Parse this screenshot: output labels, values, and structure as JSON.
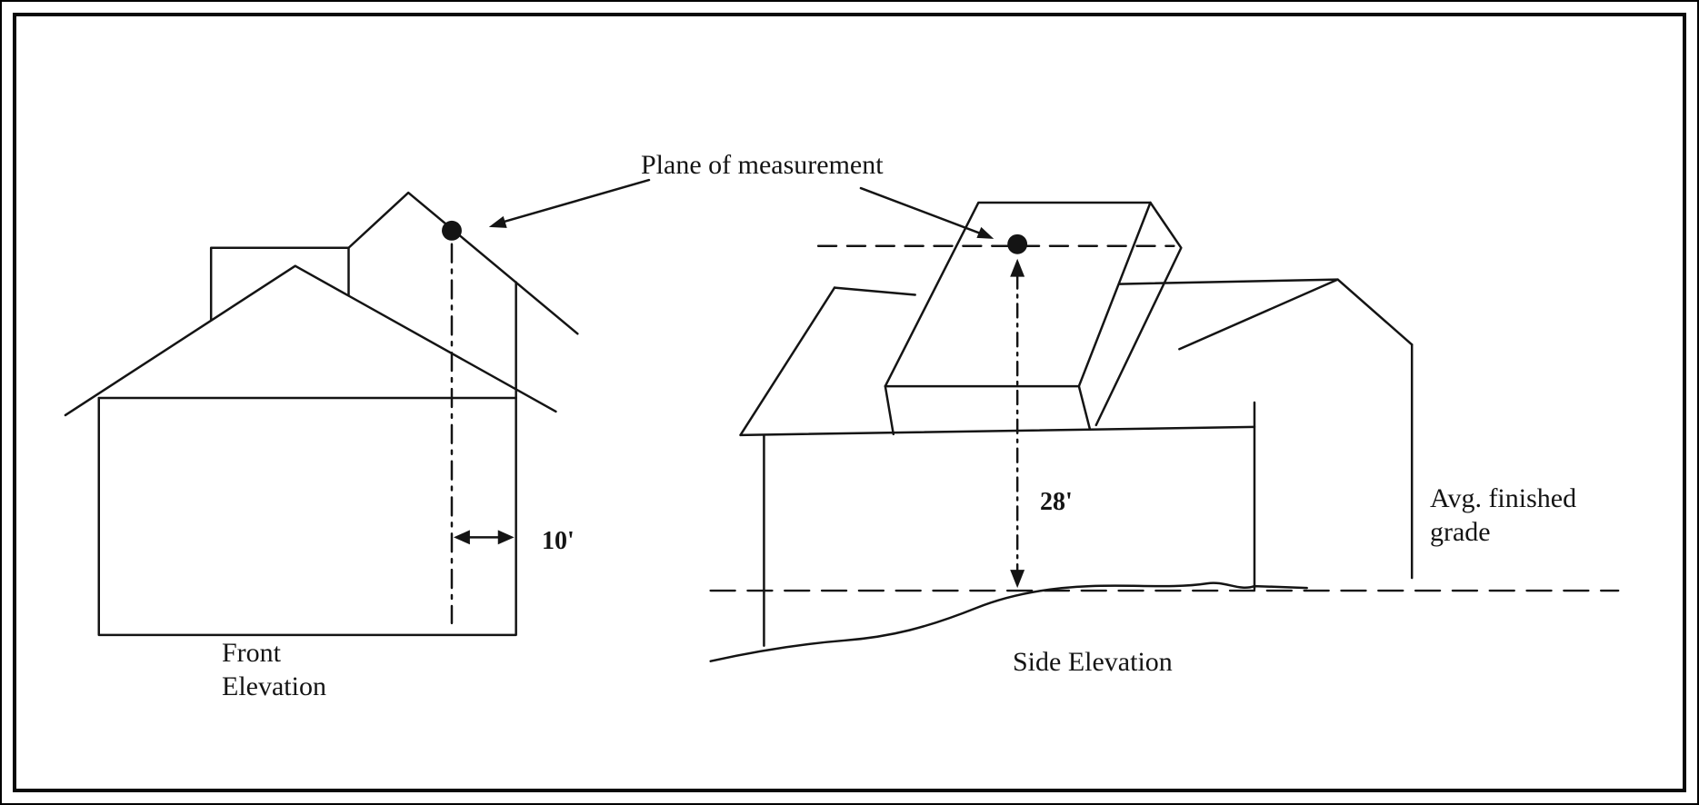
{
  "figure": {
    "background_color": "#ffffff",
    "line_color": "#141414"
  },
  "annotations": {
    "plane_of_measurement": "Plane of measurement",
    "avg_finished_grade": {
      "line1": "Avg. finished",
      "line2": "grade"
    }
  },
  "front_elevation": {
    "label": {
      "line1": "Front",
      "line2": "Elevation"
    },
    "offset_from_ridge": "10'"
  },
  "side_elevation": {
    "label": "Side Elevation",
    "height_to_grade": "28'"
  }
}
